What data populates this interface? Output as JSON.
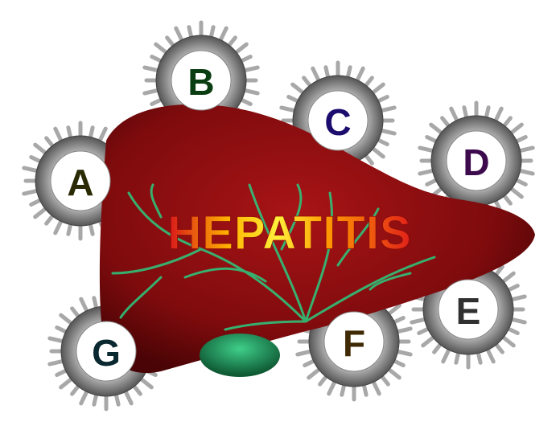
{
  "title": "HEPATITIS",
  "colors": {
    "liver": "#8e0e10",
    "liver_dark": "#5a0506",
    "gallbladder": "#1f8a55",
    "veins": "#2fc27a",
    "virus_spike": "#9a9a9a"
  },
  "viruses": [
    {
      "label": "A",
      "color": "#2a2a05"
    },
    {
      "label": "B",
      "color": "#0b3d12"
    },
    {
      "label": "C",
      "color": "#1c0c6e"
    },
    {
      "label": "D",
      "color": "#3d0b4d"
    },
    {
      "label": "E",
      "color": "#303030"
    },
    {
      "label": "F",
      "color": "#3f2a05"
    },
    {
      "label": "G",
      "color": "#0a2830"
    }
  ]
}
